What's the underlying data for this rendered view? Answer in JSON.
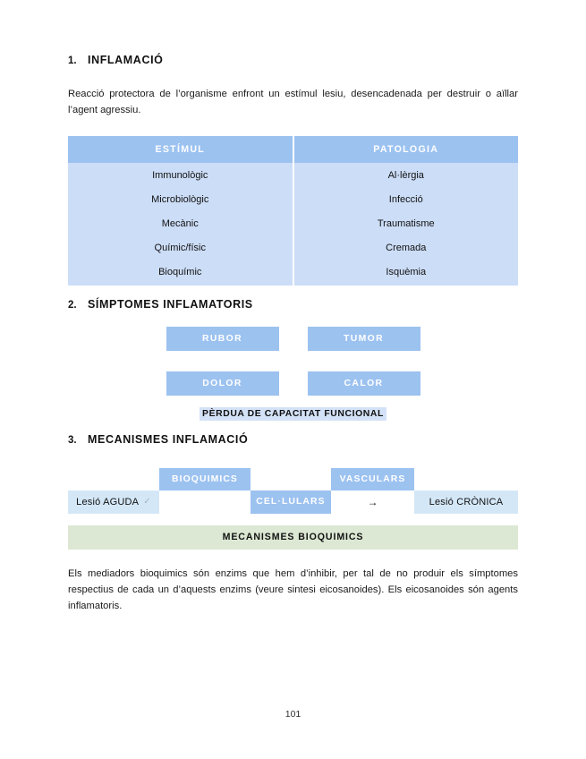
{
  "document": {
    "page_number": "101"
  },
  "sections": [
    {
      "number": "1.",
      "title": "INFLAMACIÓ",
      "paragraph": "Reacció protectora de l’organisme enfront un estímul lesiu, desencadenada per destruir o aïllar l’agent agressiu."
    },
    {
      "number": "2.",
      "title": "SÍMPTOMES INFLAMATORIS"
    },
    {
      "number": "3.",
      "title": "MECANISMES INFLAMACIÓ"
    }
  ],
  "table": {
    "headers": [
      "ESTÍMUL",
      "PATOLOGIA"
    ],
    "rows": [
      [
        "Immunològic",
        "Al·lèrgia"
      ],
      [
        "Microbiològic",
        "Infecció"
      ],
      [
        "Mecànic",
        "Traumatisme"
      ],
      [
        "Químic/físic",
        "Cremada"
      ],
      [
        "Bioquímic",
        "Isquèmia"
      ]
    ]
  },
  "symptoms": {
    "boxes": [
      "RUBOR",
      "TUMOR",
      "DOLOR",
      "CALOR"
    ],
    "caption": "PÈRDUA DE CAPACITAT FUNCIONAL"
  },
  "mechanisms": {
    "top_row": [
      "BIOQUIMICS",
      "VASCULARS"
    ],
    "bottom_row": {
      "start_label": "Lesió AGUDA",
      "start_check": "✓",
      "cellular_label": "CEL·LULARS",
      "arrow": "→",
      "end_label": "Lesió CRÒNICA"
    },
    "green_bar": "MECANISMES BIOQUIMICS"
  },
  "closing_paragraph": "Els mediadors bioquimics són enzims que hem d’inhibir, per tal de no produir els símptomes respectius de cada un d’aquests enzims (veure sintesi eicosanoides). Els eicosanoides són agents inflamatoris.",
  "colors": {
    "header_blue": "#9CC2F0",
    "body_blue": "#CCDDF7",
    "light_blue": "#D4E7F7",
    "green": "#DCE8D3"
  }
}
